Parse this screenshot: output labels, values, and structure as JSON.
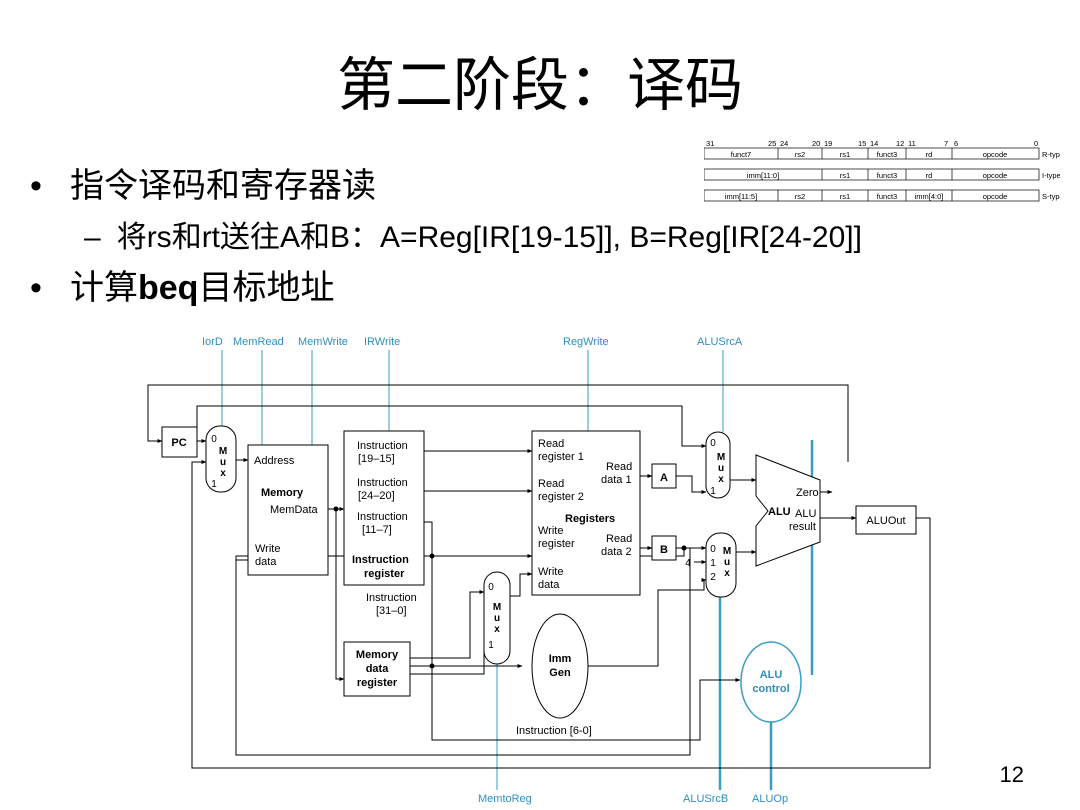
{
  "slide": {
    "title": "第二阶段：译码",
    "bullet1": "指令译码和寄存器读",
    "sub1_part1": "将",
    "sub1_rs": "rs",
    "sub1_part2": "和",
    "sub1_rt": "rt",
    "sub1_part3": "送往A和B：A=Reg[IR[19-15]], B=Reg[IR[24-20]]",
    "bullet2_part1": "计算",
    "bullet2_beq": "beq",
    "bullet2_part2": "目标地址",
    "page_number": "12"
  },
  "formats": {
    "bit_labels": [
      "31",
      "25",
      "24",
      "20",
      "19",
      "15",
      "14",
      "12",
      "11",
      "7",
      "6",
      "0"
    ],
    "rtype": [
      "funct7",
      "rs2",
      "rs1",
      "funct3",
      "rd",
      "opcode"
    ],
    "itype": [
      "imm[11:0]",
      "rs1",
      "funct3",
      "rd",
      "opcode"
    ],
    "stype": [
      "imm[11:5]",
      "rs2",
      "rs1",
      "funct3",
      "imm[4:0]",
      "opcode"
    ],
    "type_names": [
      "R-type",
      "I-type",
      "S-type"
    ]
  },
  "datapath": {
    "signals": {
      "iord": "IorD",
      "memread": "MemRead",
      "memwrite": "MemWrite",
      "irwrite": "IRWrite",
      "regwrite": "RegWrite",
      "alusrca": "ALUSrcA",
      "memtoreg": "MemtoReg",
      "alusrcb": "ALUSrcB",
      "aluop": "ALUOp"
    },
    "pc": "PC",
    "mux_letters": [
      "M",
      "u",
      "x"
    ],
    "mux_inputs": {
      "zero": "0",
      "one": "1",
      "two": "2",
      "four": "4"
    },
    "memory": {
      "address": "Address",
      "name": "Memory",
      "memdata": "MemData",
      "write1": "Write",
      "write2": "data"
    },
    "ir": {
      "f1a": "Instruction",
      "f1b": "[19–15]",
      "f2a": "Instruction",
      "f2b": "[24–20]",
      "f3a": "Instruction",
      "f3b": "[11–7]",
      "name1": "Instruction",
      "name2": "register",
      "full1": "Instruction",
      "full2": "[31–0]"
    },
    "regs": {
      "rr1a": "Read",
      "rr1b": "register 1",
      "rd1a": "Read",
      "rd1b": "data 1",
      "rr2a": "Read",
      "rr2b": "register 2",
      "name": "Registers",
      "wra": "Write",
      "wrb": "register",
      "rd2a": "Read",
      "rd2b": "data 2",
      "wda": "Write",
      "wdb": "data"
    },
    "a": "A",
    "b": "B",
    "alu": {
      "name": "ALU",
      "zero": "Zero",
      "res1": "ALU",
      "res2": "result"
    },
    "aluout": "ALUOut",
    "mdr": [
      "Memory",
      "data",
      "register"
    ],
    "immgen": [
      "Imm",
      "Gen"
    ],
    "alucontrol": [
      "ALU",
      "control"
    ],
    "instr60": "Instruction [6-0]"
  },
  "colors": {
    "control": "#3A9DC4",
    "control_text": "#2F8FBF",
    "line": "#000000"
  }
}
